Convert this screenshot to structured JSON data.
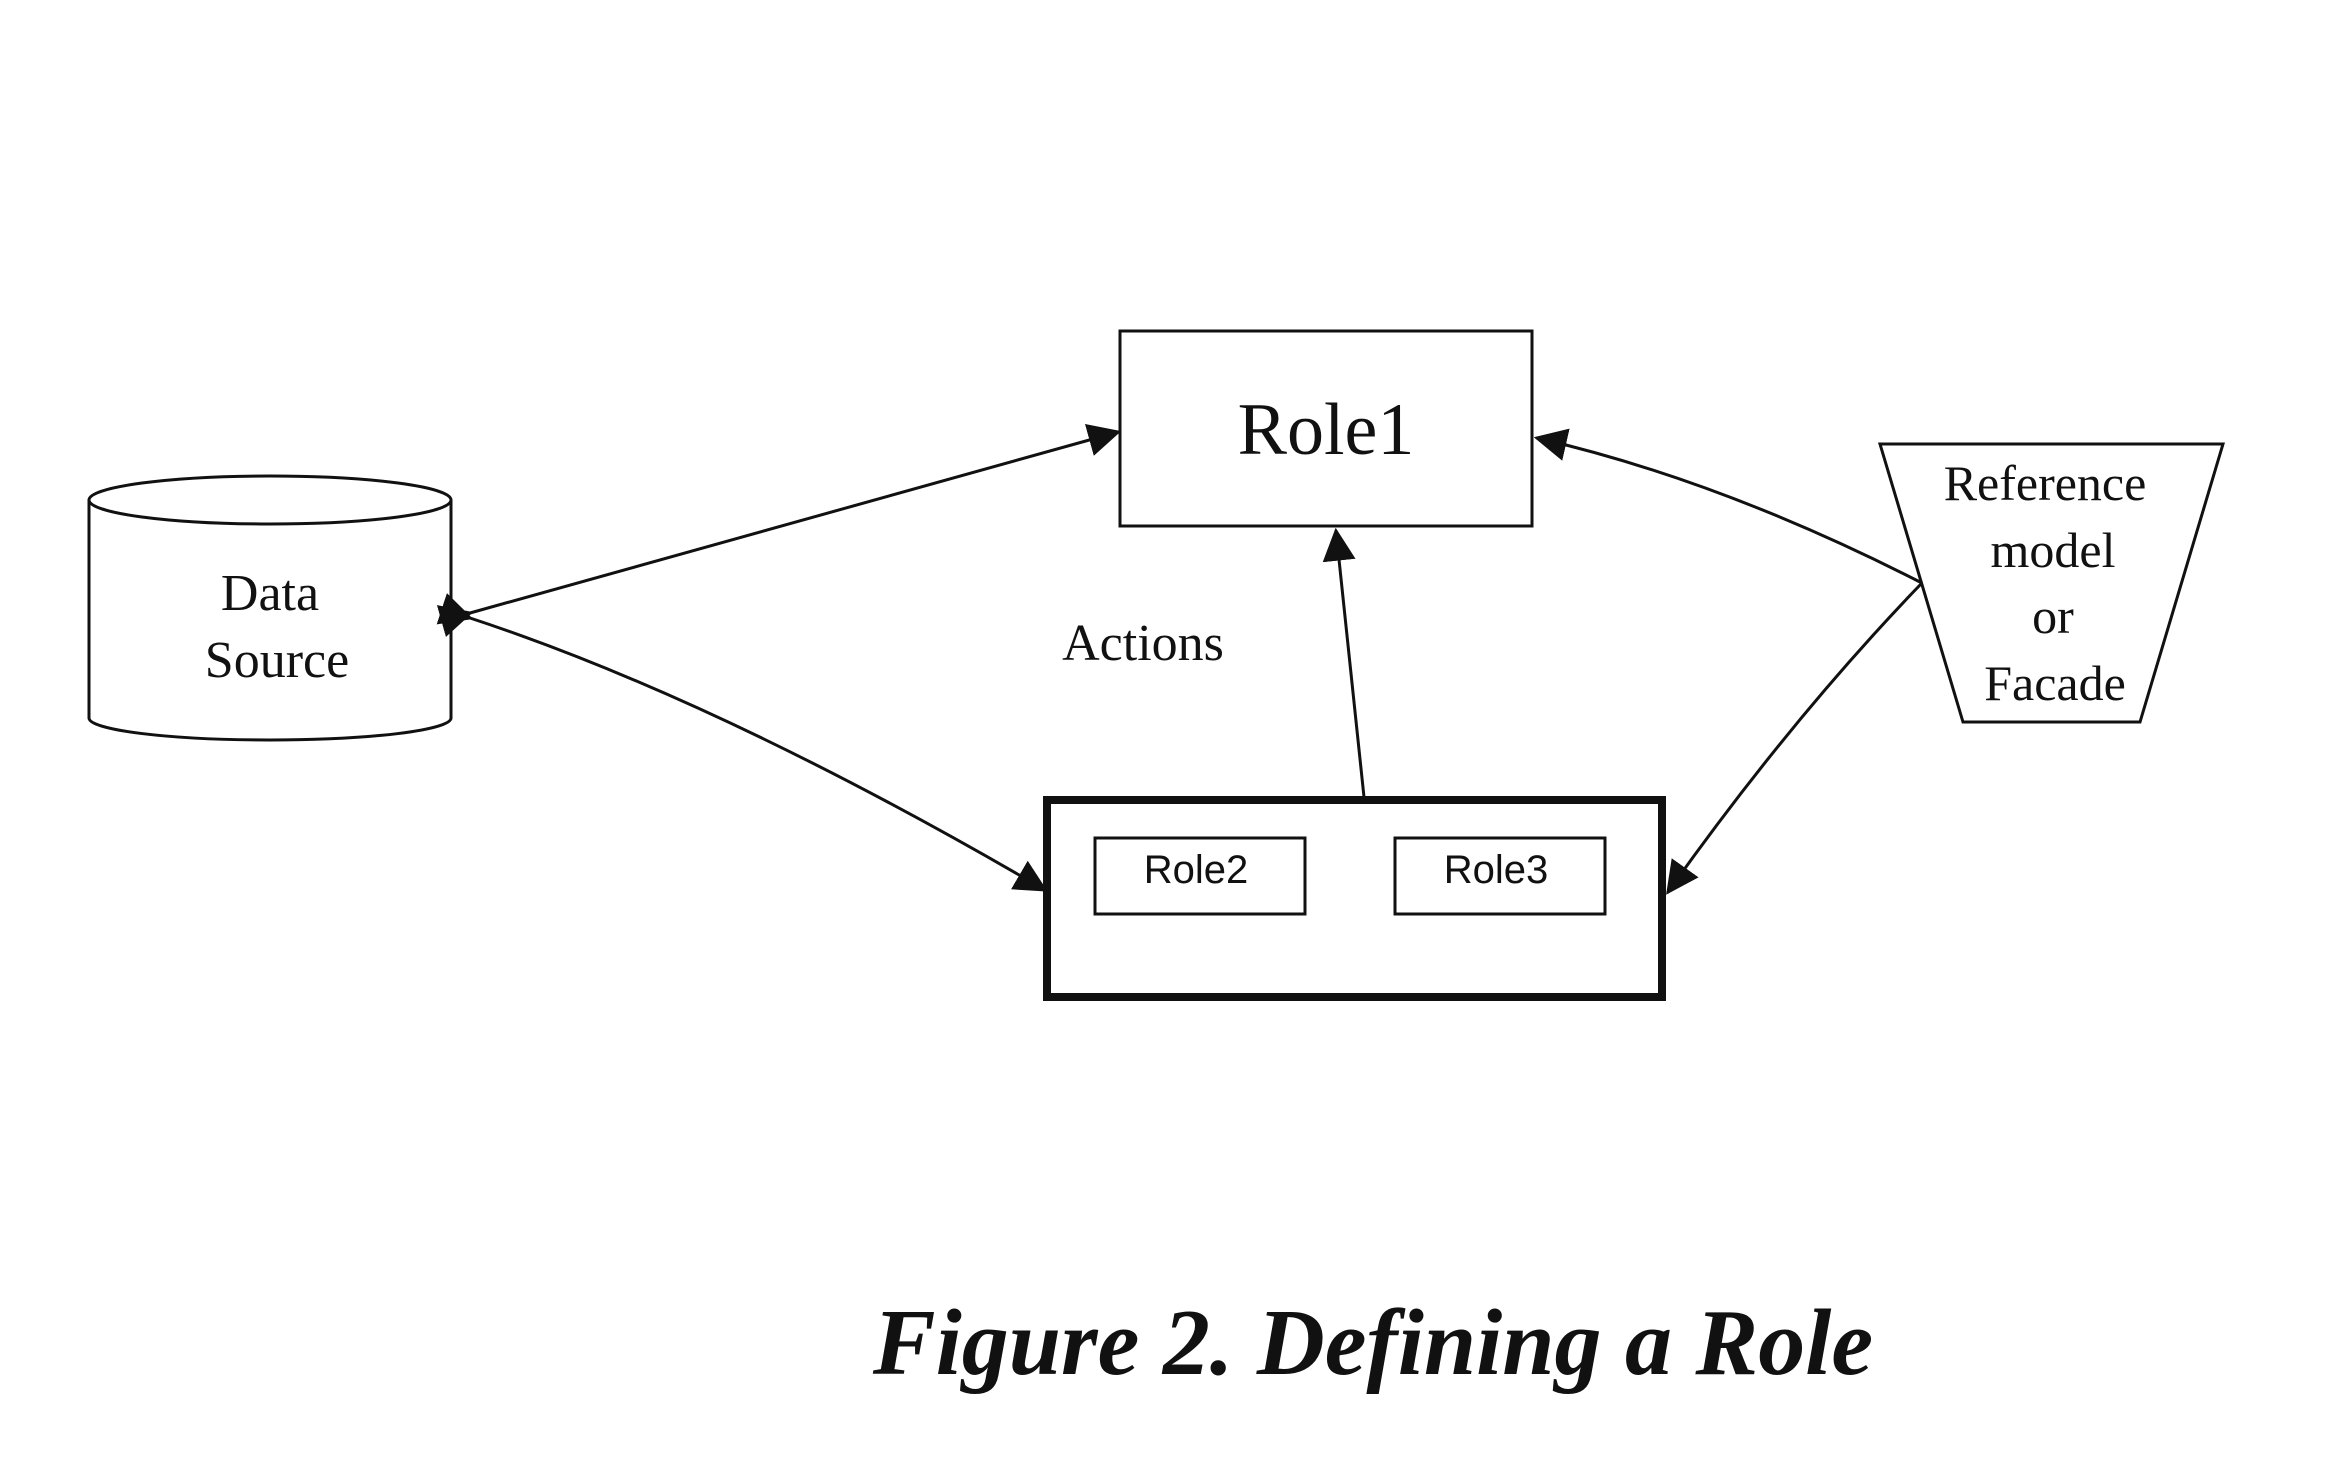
{
  "diagram": {
    "nodes": {
      "data_source": {
        "line1": "Data",
        "line2": "Source"
      },
      "role1": {
        "label": "Role1"
      },
      "reference": {
        "line1": "Reference",
        "line2": "model",
        "line3": "or",
        "line4": "Facade"
      },
      "container": {
        "role2": {
          "label": "Role2"
        },
        "role3": {
          "label": "Role3"
        }
      }
    },
    "edge_labels": {
      "actions": "Actions"
    },
    "caption": "Figure 2. Defining a Role"
  },
  "colors": {
    "ink": "#111111",
    "background": "#ffffff"
  }
}
